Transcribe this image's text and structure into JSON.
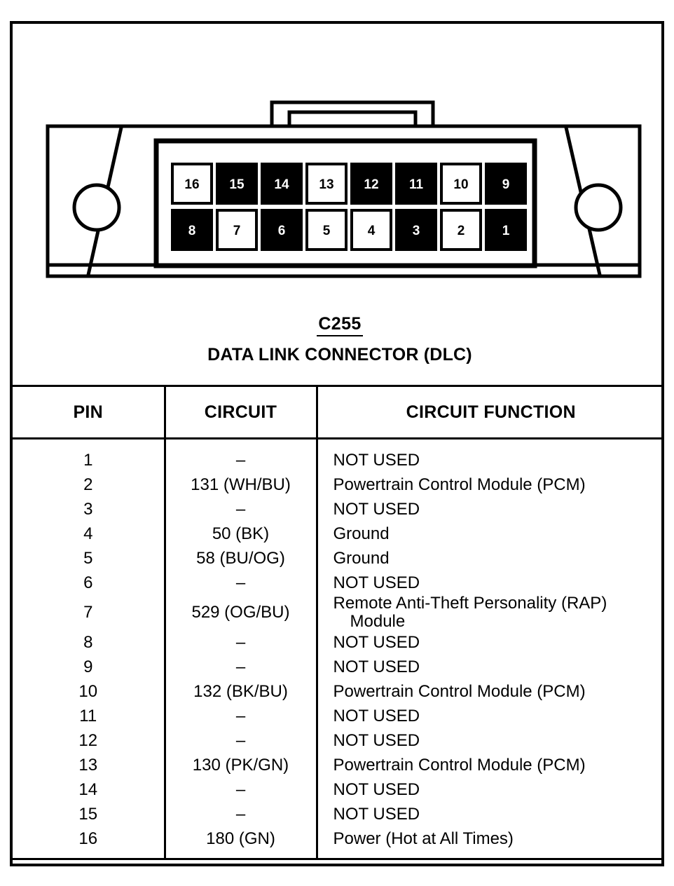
{
  "connector": {
    "code": "C255",
    "name": "DATA LINK CONNECTOR (DLC)",
    "pins_top_row": [
      {
        "number": "16",
        "style": "white"
      },
      {
        "number": "15",
        "style": "black"
      },
      {
        "number": "14",
        "style": "black"
      },
      {
        "number": "13",
        "style": "white"
      },
      {
        "number": "12",
        "style": "black"
      },
      {
        "number": "11",
        "style": "black"
      },
      {
        "number": "10",
        "style": "white"
      },
      {
        "number": "9",
        "style": "black"
      }
    ],
    "pins_bottom_row": [
      {
        "number": "8",
        "style": "black"
      },
      {
        "number": "7",
        "style": "white"
      },
      {
        "number": "6",
        "style": "black"
      },
      {
        "number": "5",
        "style": "white"
      },
      {
        "number": "4",
        "style": "white"
      },
      {
        "number": "3",
        "style": "black"
      },
      {
        "number": "2",
        "style": "white"
      },
      {
        "number": "1",
        "style": "black"
      }
    ]
  },
  "table": {
    "headers": {
      "pin": "PIN",
      "circuit": "CIRCUIT",
      "function": "CIRCUIT FUNCTION"
    },
    "rows": [
      {
        "pin": "1",
        "circuit": "–",
        "function": "NOT USED",
        "function_line2": ""
      },
      {
        "pin": "2",
        "circuit": "131 (WH/BU)",
        "function": "Powertrain Control Module (PCM)",
        "function_line2": ""
      },
      {
        "pin": "3",
        "circuit": "–",
        "function": "NOT USED",
        "function_line2": ""
      },
      {
        "pin": "4",
        "circuit": "50 (BK)",
        "function": "Ground",
        "function_line2": ""
      },
      {
        "pin": "5",
        "circuit": "58 (BU/OG)",
        "function": "Ground",
        "function_line2": ""
      },
      {
        "pin": "6",
        "circuit": "–",
        "function": "NOT USED",
        "function_line2": ""
      },
      {
        "pin": "7",
        "circuit": "529 (OG/BU)",
        "function": "Remote Anti-Theft Personality (RAP)",
        "function_line2": "Module"
      },
      {
        "pin": "8",
        "circuit": "–",
        "function": "NOT USED",
        "function_line2": ""
      },
      {
        "pin": "9",
        "circuit": "–",
        "function": "NOT USED",
        "function_line2": ""
      },
      {
        "pin": "10",
        "circuit": "132 (BK/BU)",
        "function": "Powertrain Control Module (PCM)",
        "function_line2": ""
      },
      {
        "pin": "11",
        "circuit": "–",
        "function": "NOT USED",
        "function_line2": ""
      },
      {
        "pin": "12",
        "circuit": "–",
        "function": "NOT USED",
        "function_line2": ""
      },
      {
        "pin": "13",
        "circuit": "130 (PK/GN)",
        "function": "Powertrain Control Module (PCM)",
        "function_line2": ""
      },
      {
        "pin": "14",
        "circuit": "–",
        "function": "NOT USED",
        "function_line2": ""
      },
      {
        "pin": "15",
        "circuit": "–",
        "function": "NOT USED",
        "function_line2": ""
      },
      {
        "pin": "16",
        "circuit": "180 (GN)",
        "function": "Power (Hot at All Times)",
        "function_line2": ""
      }
    ]
  },
  "colors": {
    "ink": "#000000",
    "paper": "#ffffff"
  }
}
